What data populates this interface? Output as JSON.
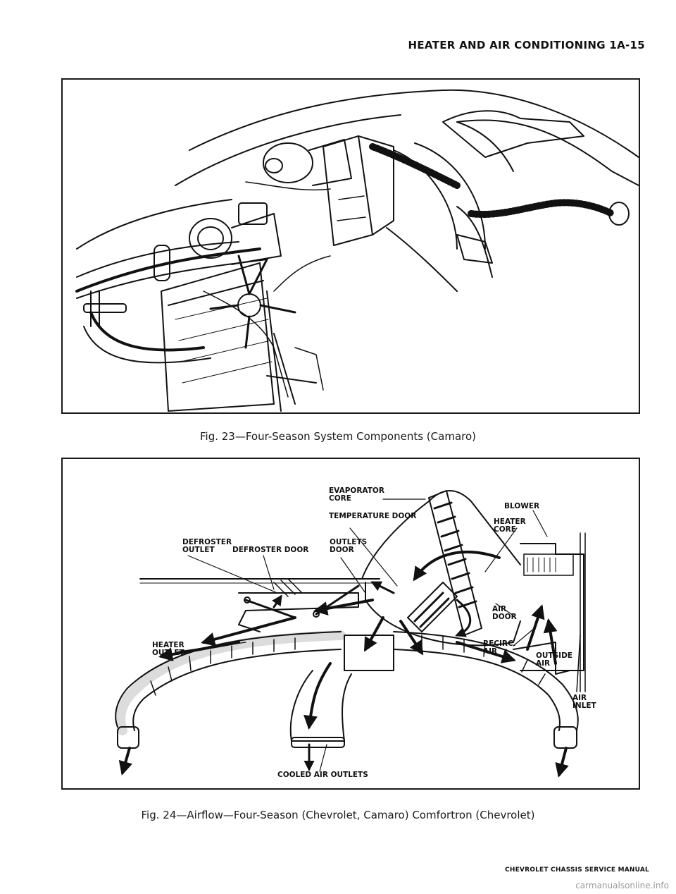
{
  "header": {
    "title": "HEATER AND AIR CONDITIONING 1A-15"
  },
  "figure1": {
    "caption": "Fig. 23—Four-Season System Components (Camaro)"
  },
  "figure2": {
    "caption": "Fig. 24—Airflow—Four-Season (Chevrolet, Camaro) Comfortron (Chevrolet)",
    "labels": {
      "evaporator_core": "EVAPORATOR\nCORE",
      "temperature_door": "TEMPERATURE DOOR",
      "blower": "BLOWER",
      "heater_core": "HEATER\nCORE",
      "defroster_outlet": "DEFROSTER\nOUTLET",
      "defroster_door": "DEFROSTER DOOR",
      "outlets_door": "OUTLETS\nDOOR",
      "air_door": "AIR\nDOOR",
      "heater_outlet": "HEATER\nOUTLET",
      "recirc_air": "RECIRC.\nAIR",
      "outside_air": "OUTSIDE\nAIR",
      "air_inlet": "AIR\nINLET",
      "cooled_air_outlets": "COOLED AIR OUTLETS"
    }
  },
  "footer": {
    "manual": "CHEVROLET CHASSIS SERVICE MANUAL"
  },
  "watermark": {
    "text": "carmanualsonline.info"
  }
}
